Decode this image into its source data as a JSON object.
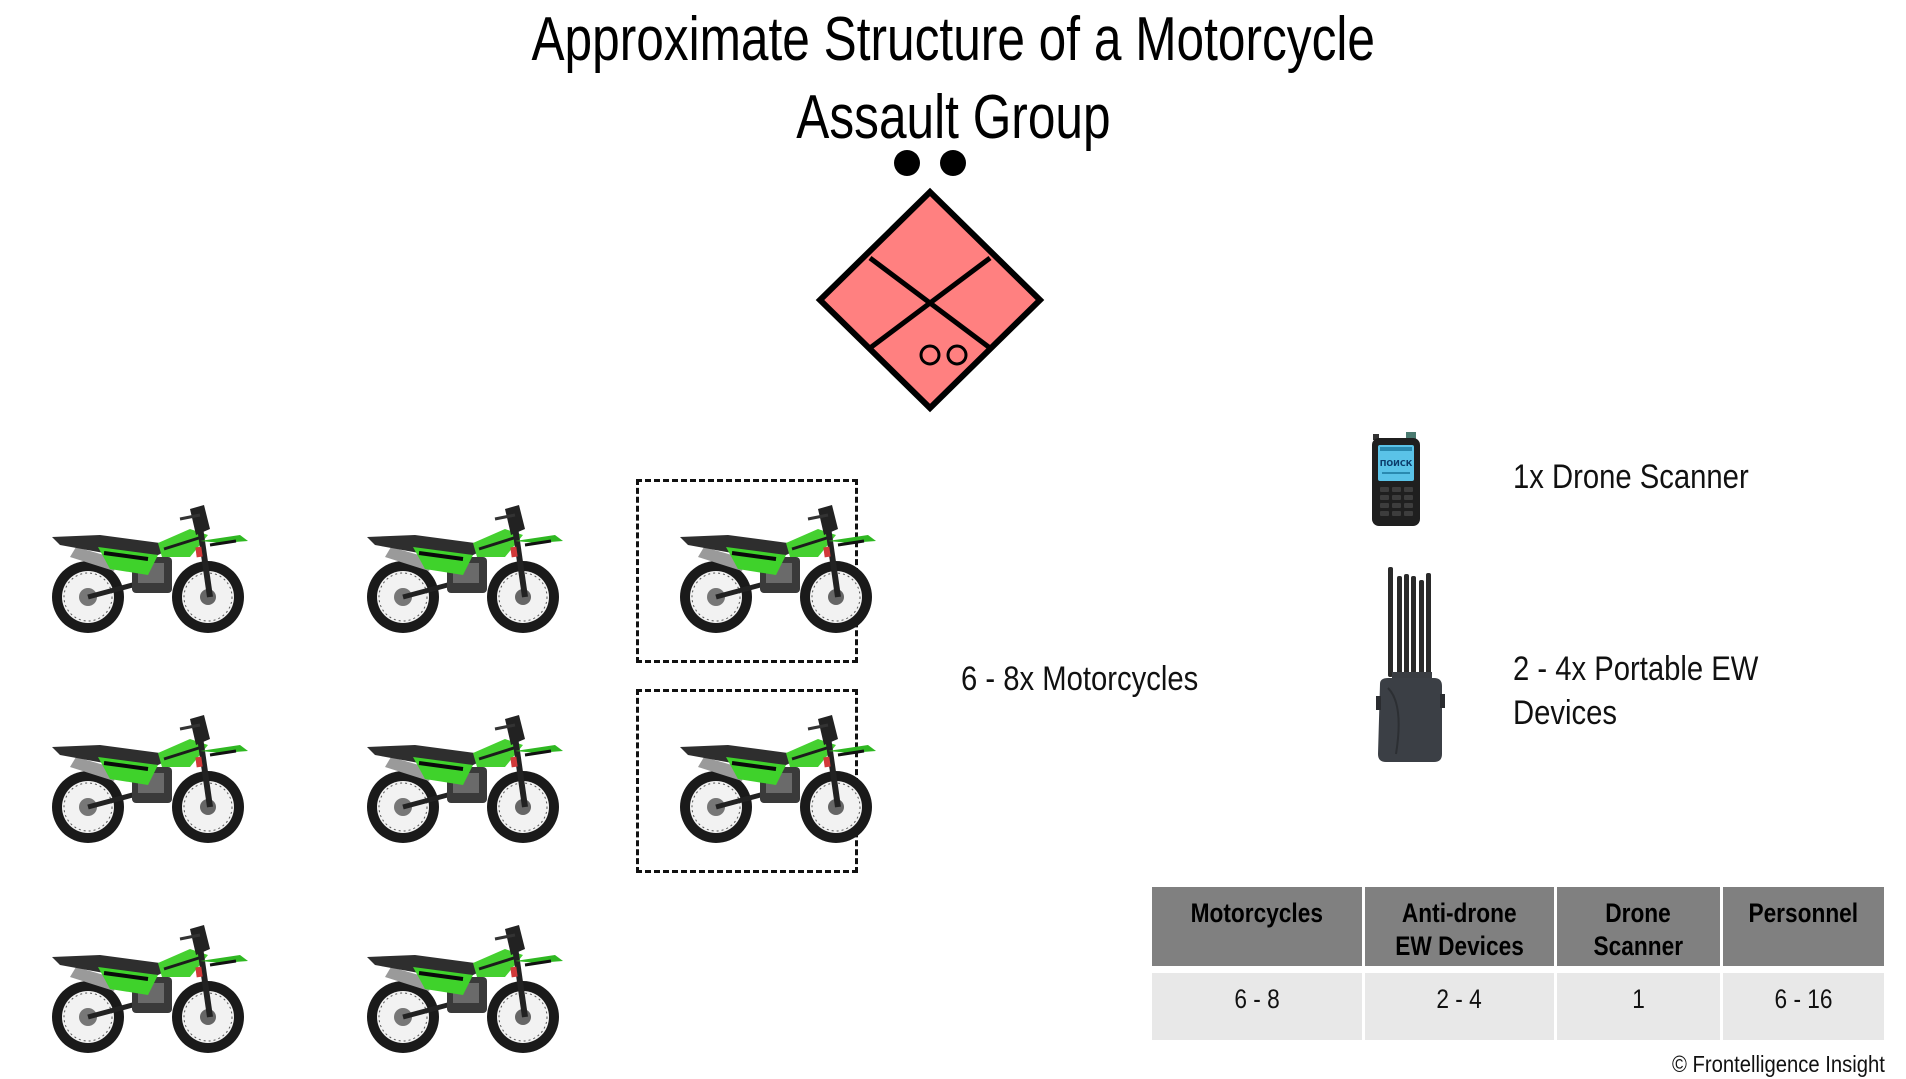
{
  "title": {
    "line1": "Approximate Structure of a Motorcycle",
    "line2": "Assault Group"
  },
  "unit_symbol": {
    "shape": "diamond",
    "fill": "#ff8080",
    "stroke": "#000000",
    "echelon_dots": 2,
    "inner_circles": 2,
    "description": "Hostile unit symbol with crossed lines and two small circles (motorized/wheeled), two echelon dots above"
  },
  "motorcycles": {
    "icon": "motorcycle-icon",
    "solid_count": 6,
    "optional_count": 2,
    "label": "6 - 8x Motorcycles"
  },
  "equipment": [
    {
      "icon": "drone-scanner-icon",
      "label_lines": [
        "1x Drone Scanner"
      ],
      "screen_text": "ПОИСК"
    },
    {
      "icon": "ew-device-icon",
      "label_lines": [
        "2 - 4x Portable EW",
        "Devices"
      ]
    }
  ],
  "summary_table": {
    "headers": [
      [
        "Motorcycles"
      ],
      [
        "Anti-drone",
        "EW Devices"
      ],
      [
        "Drone",
        "Scanner"
      ],
      [
        "Personnel"
      ]
    ],
    "rows": [
      [
        "6 - 8",
        "2 - 4",
        "1",
        "6 - 16"
      ]
    ],
    "header_bg": "#808080",
    "row_bg": "#e8e8e8"
  },
  "copyright": "© Frontelligence Insight"
}
